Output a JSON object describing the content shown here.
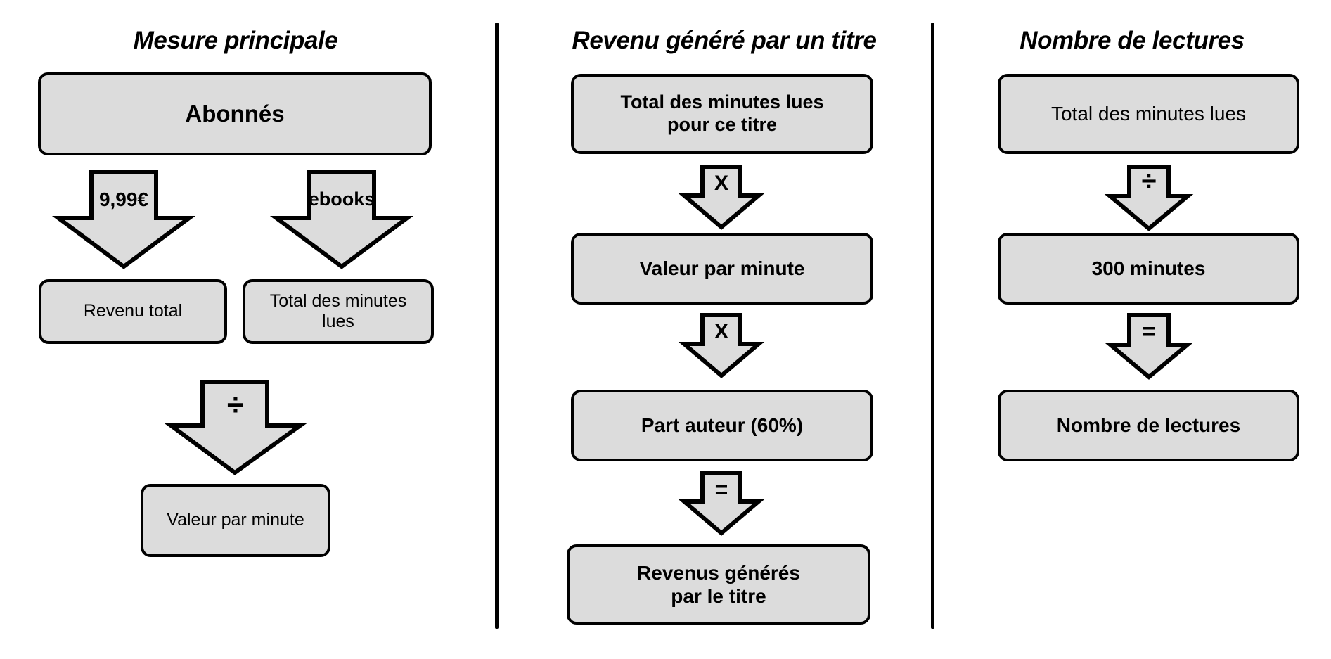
{
  "diagram": {
    "title_hidden": "",
    "colors": {
      "node_fill": "#dcdcdc",
      "stroke": "#000000",
      "background": "#ffffff"
    },
    "columns": [
      {
        "id": "mesure-principale",
        "title": "Mesure principale",
        "nodes": [
          {
            "id": "abonnes",
            "label": "Abonnés"
          },
          {
            "id": "revenu-total",
            "label": "Revenu total"
          },
          {
            "id": "total-minutes-lues",
            "label": "Total des minutes\nlues"
          },
          {
            "id": "valeur-par-minute",
            "label": "Valeur par minute"
          }
        ],
        "arrows": [
          {
            "id": "arrow-999-euro",
            "label": "9,99€",
            "from": "abonnes",
            "to": "revenu-total"
          },
          {
            "id": "arrow-ebooks",
            "label": "ebooks",
            "from": "abonnes",
            "to": "total-minutes-lues"
          },
          {
            "id": "arrow-divide-1",
            "label": "÷",
            "from": "revenu-total",
            "to": "valeur-par-minute"
          }
        ]
      },
      {
        "id": "revenu-genere-par-un-titre",
        "title": "Revenu généré par un titre",
        "nodes": [
          {
            "id": "total-minutes-titre",
            "label": "Total des minutes lues\npour ce titre"
          },
          {
            "id": "valeur-minute-2",
            "label": "Valeur par minute"
          },
          {
            "id": "part-auteur",
            "label": "Part auteur (60%)"
          },
          {
            "id": "revenus-generes",
            "label": "Revenus générés\npar le titre"
          }
        ],
        "arrows": [
          {
            "id": "arrow-multiply-1",
            "label": "X",
            "from": "total-minutes-titre",
            "to": "valeur-minute-2"
          },
          {
            "id": "arrow-multiply-2",
            "label": "X",
            "from": "valeur-minute-2",
            "to": "part-auteur"
          },
          {
            "id": "arrow-equals-1",
            "label": "=",
            "from": "part-auteur",
            "to": "revenus-generes"
          }
        ]
      },
      {
        "id": "nombre-de-lectures",
        "title": "Nombre de lectures",
        "nodes": [
          {
            "id": "total-minutes-lues-3",
            "label": "Total des minutes lues"
          },
          {
            "id": "trois-cents-minutes",
            "label": "300 minutes"
          },
          {
            "id": "nombre-lectures",
            "label": "Nombre de lectures"
          }
        ],
        "arrows": [
          {
            "id": "arrow-divide-2",
            "label": "÷",
            "from": "total-minutes-lues-3",
            "to": "trois-cents-minutes"
          },
          {
            "id": "arrow-equals-2",
            "label": "=",
            "from": "trois-cents-minutes",
            "to": "nombre-lectures"
          }
        ]
      }
    ]
  }
}
